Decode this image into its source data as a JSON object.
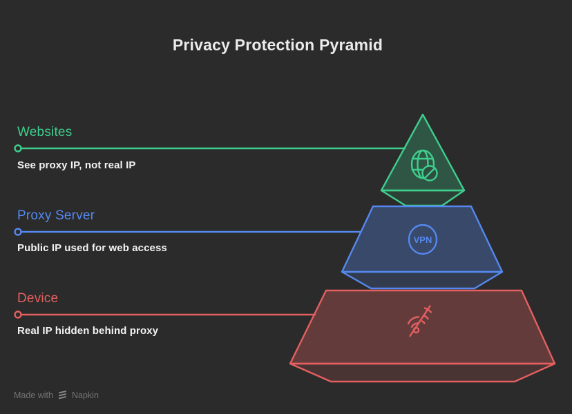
{
  "title": "Privacy Protection Pyramid",
  "layers": [
    {
      "label": "Websites",
      "description": "See proxy IP, not real IP",
      "color": "#3ecf8e",
      "icon": "globe-off-icon"
    },
    {
      "label": "Proxy Server",
      "description": "Public IP used for web access",
      "color": "#5588ee",
      "icon": "vpn-badge-icon",
      "icon_text": "VPN"
    },
    {
      "label": "Device",
      "description": "Real IP hidden behind proxy",
      "color": "#e46060",
      "icon": "wifi-off-icon"
    }
  ],
  "footer": {
    "made_with": "Made with",
    "brand": "Napkin"
  },
  "colors": {
    "background": "#2b2b2b",
    "title_text": "#ebebeb",
    "description_text": "#f2f2f2",
    "footer_text": "#757575",
    "green": "#3ecf8e",
    "blue": "#5588ee",
    "red": "#e46060"
  }
}
